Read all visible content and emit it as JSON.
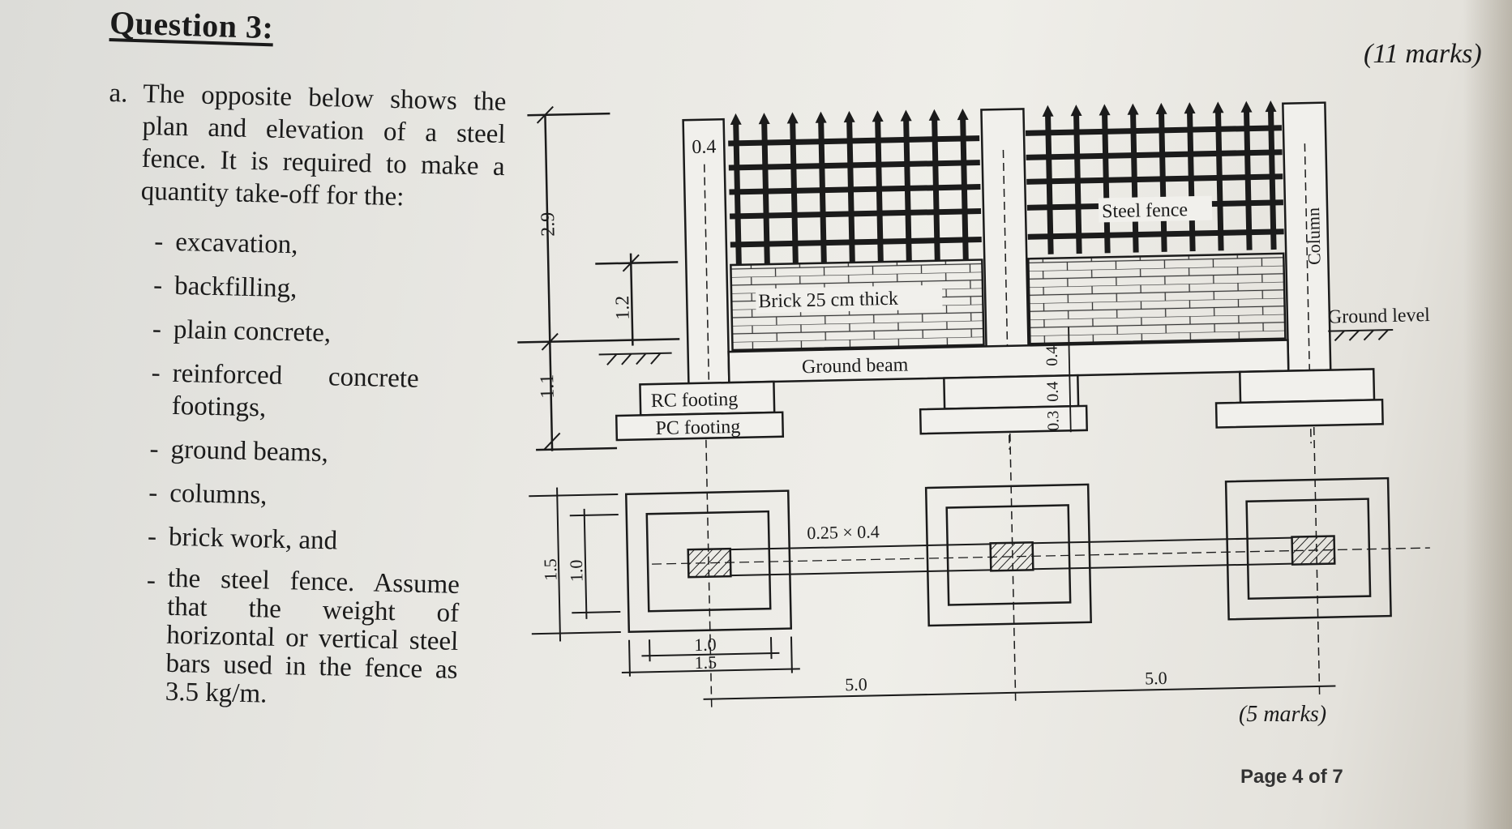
{
  "question": {
    "title": "Question 3:",
    "total_marks": "(11 marks)",
    "part_label": "a.",
    "intro": "The opposite below shows the plan and elevation of a steel fence. It is required to make a quantity take-off for the:",
    "items": [
      "excavation,",
      "backfilling,",
      "plain concrete,",
      "reinforced concrete footings,",
      "ground beams,",
      "columns,",
      "brick work, and",
      "the steel fence. Assume that the weight of horizontal or vertical steel bars used in the fence as 3.5 kg/m."
    ],
    "item_bullet": "-",
    "part_marks": "(5 marks)",
    "page": "Page 4 of 7"
  },
  "drawing": {
    "labels": {
      "column_width": "0.4",
      "steel_fence": "Steel fence",
      "column": "Column",
      "brick": "Brick 25 cm thick",
      "ground_level": "Ground level",
      "ground_beam": "Ground beam",
      "rc_footing": "RC footing",
      "pc_footing": "PC footing",
      "beam_section": "0.25 × 0.4"
    },
    "dimensions": {
      "total_height": "2.9",
      "brick_height": "1.2",
      "depth_below_ground": "1.1",
      "beam_depth": "0.4",
      "rc_footing_thickness": "0.4",
      "pc_footing_thickness": "0.3",
      "pc_footing_size": "1.5",
      "rc_footing_size": "1.0",
      "rc_footing_plan": "1.0",
      "pc_footing_plan": "1.5",
      "spacing_1": "5.0",
      "spacing_2": "5.0"
    }
  }
}
